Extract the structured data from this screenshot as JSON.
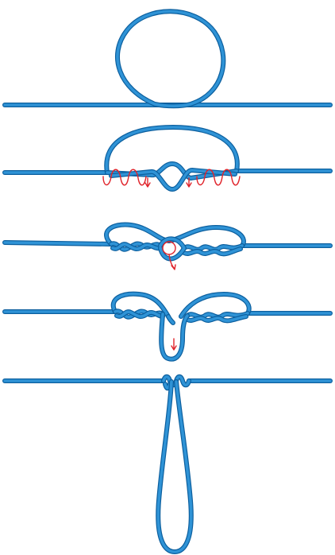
{
  "diagram": {
    "kind": "knot-tying steps",
    "step_count": 5,
    "colors": {
      "rope": "#2f93d6",
      "rope_outline": "#0c5f9e",
      "guide": "#e0242b",
      "background": "#ffffff"
    },
    "steps": [
      {
        "name": "form-loop"
      },
      {
        "name": "twist-loop-sides"
      },
      {
        "name": "pull-center-through"
      },
      {
        "name": "draw-loop-down"
      },
      {
        "name": "finished-dropper-loop"
      }
    ]
  }
}
